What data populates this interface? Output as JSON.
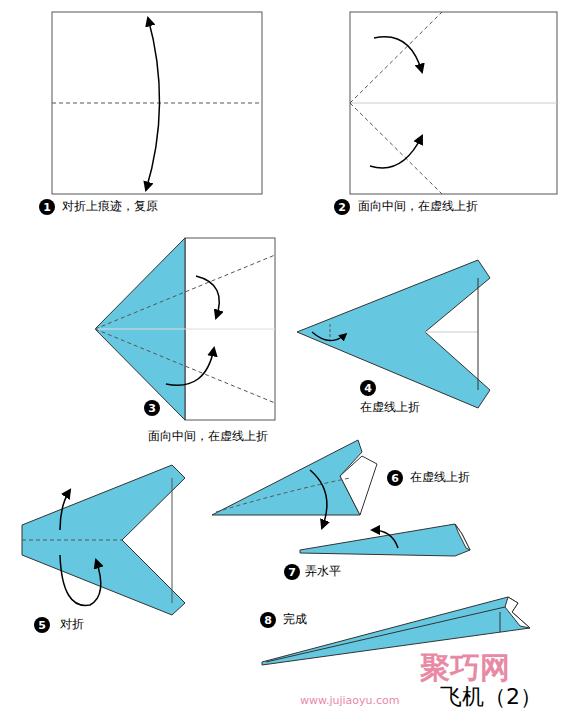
{
  "diagram": {
    "title": "飞机（2）",
    "nodes": [
      {
        "text": [
          "1"
        ]
      },
      {
        "text": [
          "2"
        ]
      },
      {
        "text": [
          "3"
        ]
      },
      {
        "text": [
          "4"
        ]
      },
      {
        "text": [
          "5"
        ]
      },
      {
        "text": [
          "6"
        ]
      },
      {
        "text": [
          "7"
        ]
      },
      {
        "text": [
          "8"
        ]
      }
    ],
    "labels": [
      "对折上痕迹，复原",
      "面向中间，在虚线上折",
      "面向中间，在虚线上折",
      "在虚线上折",
      "对折",
      "在虚线上折",
      "弄水平",
      "完成",
      "聚巧网",
      "www.jujiaoyu.com"
    ]
  }
}
